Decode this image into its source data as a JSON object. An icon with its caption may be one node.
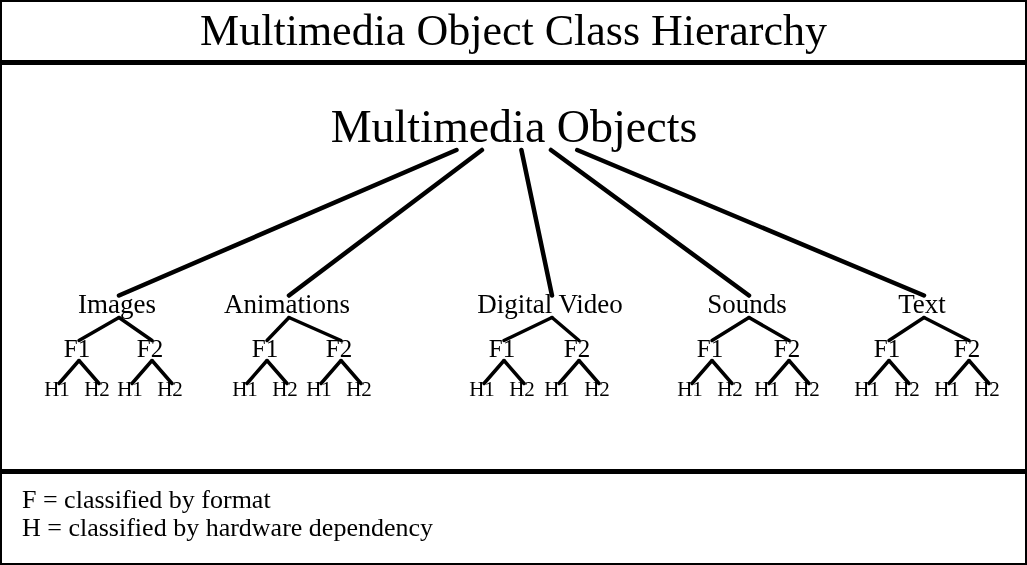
{
  "diagram": {
    "title": "Multimedia Object Class Hierarchy",
    "nodes": [
      {
        "text": [
          "Multimedia Objects"
        ]
      },
      {
        "text": [
          "Images"
        ]
      },
      {
        "text": [
          "Animations"
        ]
      },
      {
        "text": [
          "Digital Video"
        ]
      },
      {
        "text": [
          "Sounds"
        ]
      },
      {
        "text": [
          "Text"
        ]
      },
      {
        "text": [
          "F1"
        ]
      },
      {
        "text": [
          "F2"
        ]
      },
      {
        "text": [
          "F1"
        ]
      },
      {
        "text": [
          "F2"
        ]
      },
      {
        "text": [
          "F1"
        ]
      },
      {
        "text": [
          "F2"
        ]
      },
      {
        "text": [
          "F1"
        ]
      },
      {
        "text": [
          "F2"
        ]
      },
      {
        "text": [
          "F1"
        ]
      },
      {
        "text": [
          "F2"
        ]
      },
      {
        "text": [
          "H1"
        ]
      },
      {
        "text": [
          "H2"
        ]
      },
      {
        "text": [
          "H1"
        ]
      },
      {
        "text": [
          "H2"
        ]
      },
      {
        "text": [
          "H1"
        ]
      },
      {
        "text": [
          "H2"
        ]
      },
      {
        "text": [
          "H1"
        ]
      },
      {
        "text": [
          "H2"
        ]
      },
      {
        "text": [
          "H1"
        ]
      },
      {
        "text": [
          "H2"
        ]
      },
      {
        "text": [
          "H1"
        ]
      },
      {
        "text": [
          "H2"
        ]
      },
      {
        "text": [
          "H1"
        ]
      },
      {
        "text": [
          "H2"
        ]
      },
      {
        "text": [
          "H1"
        ]
      },
      {
        "text": [
          "H2"
        ]
      },
      {
        "text": [
          "H1"
        ]
      },
      {
        "text": [
          "H2"
        ]
      },
      {
        "text": [
          "H1"
        ]
      },
      {
        "text": [
          "H2"
        ]
      }
    ],
    "edges": [
      {
        "from": 0,
        "to": 1,
        "arrow": "none"
      },
      {
        "from": 0,
        "to": 2,
        "arrow": "none"
      },
      {
        "from": 0,
        "to": 3,
        "arrow": "none"
      },
      {
        "from": 0,
        "to": 4,
        "arrow": "none"
      },
      {
        "from": 0,
        "to": 5,
        "arrow": "none"
      },
      {
        "from": 1,
        "to": 6,
        "arrow": "none"
      },
      {
        "from": 1,
        "to": 7,
        "arrow": "none"
      },
      {
        "from": 2,
        "to": 8,
        "arrow": "none"
      },
      {
        "from": 2,
        "to": 9,
        "arrow": "none"
      },
      {
        "from": 3,
        "to": 10,
        "arrow": "none"
      },
      {
        "from": 3,
        "to": 11,
        "arrow": "none"
      },
      {
        "from": 4,
        "to": 12,
        "arrow": "none"
      },
      {
        "from": 4,
        "to": 13,
        "arrow": "none"
      },
      {
        "from": 5,
        "to": 14,
        "arrow": "none"
      },
      {
        "from": 5,
        "to": 15,
        "arrow": "none"
      },
      {
        "from": 6,
        "to": 16,
        "arrow": "none"
      },
      {
        "from": 6,
        "to": 17,
        "arrow": "none"
      },
      {
        "from": 7,
        "to": 18,
        "arrow": "none"
      },
      {
        "from": 7,
        "to": 19,
        "arrow": "none"
      },
      {
        "from": 8,
        "to": 20,
        "arrow": "none"
      },
      {
        "from": 8,
        "to": 21,
        "arrow": "none"
      },
      {
        "from": 9,
        "to": 22,
        "arrow": "none"
      },
      {
        "from": 9,
        "to": 23,
        "arrow": "none"
      },
      {
        "from": 10,
        "to": 24,
        "arrow": "none"
      },
      {
        "from": 10,
        "to": 25,
        "arrow": "none"
      },
      {
        "from": 11,
        "to": 26,
        "arrow": "none"
      },
      {
        "from": 11,
        "to": 27,
        "arrow": "none"
      },
      {
        "from": 12,
        "to": 28,
        "arrow": "none"
      },
      {
        "from": 12,
        "to": 29,
        "arrow": "none"
      },
      {
        "from": 13,
        "to": 30,
        "arrow": "none"
      },
      {
        "from": 13,
        "to": 31,
        "arrow": "none"
      },
      {
        "from": 14,
        "to": 32,
        "arrow": "none"
      },
      {
        "from": 14,
        "to": 33,
        "arrow": "none"
      },
      {
        "from": 15,
        "to": 34,
        "arrow": "none"
      },
      {
        "from": 15,
        "to": 35,
        "arrow": "none"
      }
    ],
    "labels": [
      "F = classified by format",
      "H = classified by hardware dependency"
    ]
  }
}
